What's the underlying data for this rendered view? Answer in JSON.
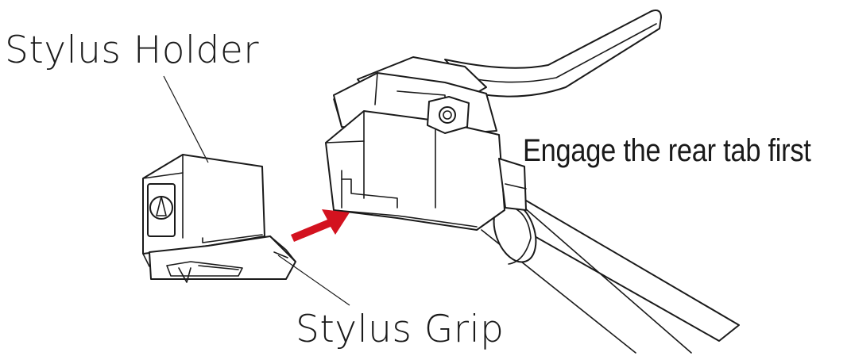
{
  "labels": {
    "stylus_holder": "Stylus Holder",
    "stylus_grip": "Stylus Grip",
    "instruction": "Engage the rear tab first"
  },
  "colors": {
    "line": "#1a1a1a",
    "arrow": "#d3121f",
    "background": "#ffffff"
  }
}
